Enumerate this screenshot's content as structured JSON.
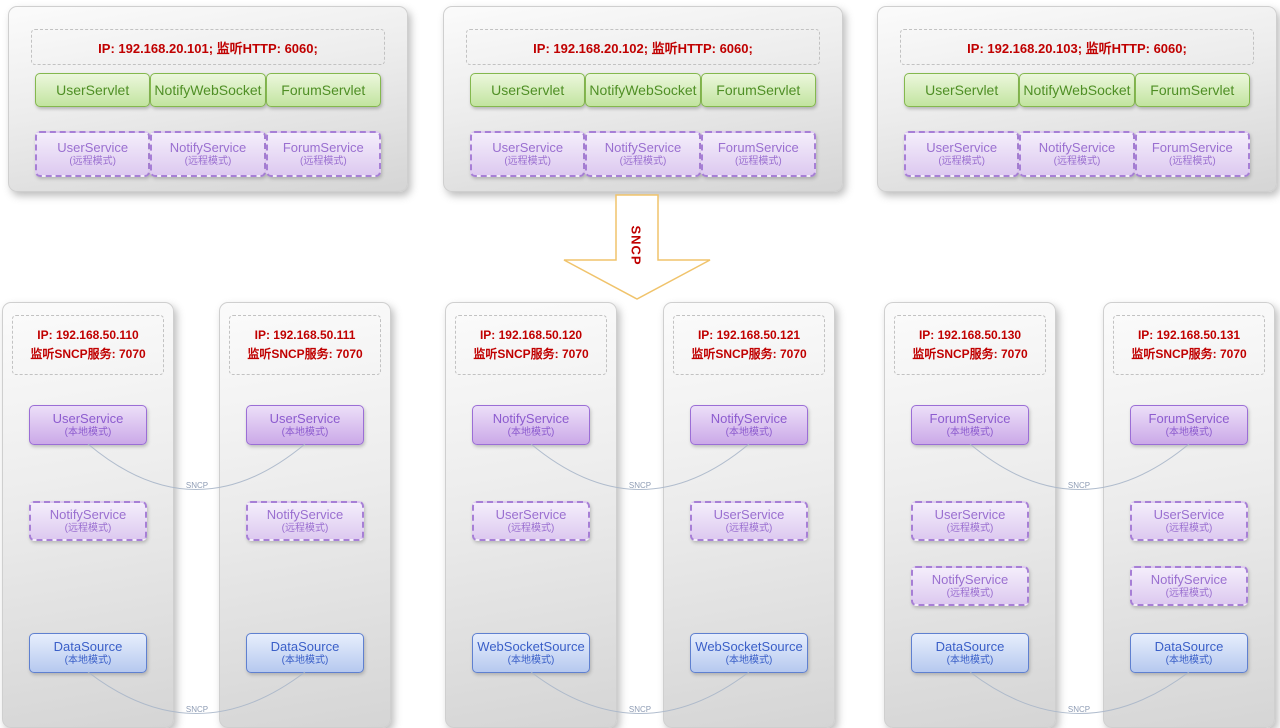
{
  "top_nodes": [
    {
      "header": "IP: 192.168.20.101;  监听HTTP: 6060;",
      "servlets": [
        "UserServlet",
        "NotifyWebSocket",
        "ForumServlet"
      ],
      "services": [
        {
          "name": "UserService",
          "mode": "(远程模式)"
        },
        {
          "name": "NotifyService",
          "mode": "(远程模式)"
        },
        {
          "name": "ForumService",
          "mode": "(远程模式)"
        }
      ]
    },
    {
      "header": "IP: 192.168.20.102;  监听HTTP: 6060;",
      "servlets": [
        "UserServlet",
        "NotifyWebSocket",
        "ForumServlet"
      ],
      "services": [
        {
          "name": "UserService",
          "mode": "(远程模式)"
        },
        {
          "name": "NotifyService",
          "mode": "(远程模式)"
        },
        {
          "name": "ForumService",
          "mode": "(远程模式)"
        }
      ]
    },
    {
      "header": "IP: 192.168.20.103;  监听HTTP: 6060;",
      "servlets": [
        "UserServlet",
        "NotifyWebSocket",
        "ForumServlet"
      ],
      "services": [
        {
          "name": "UserService",
          "mode": "(远程模式)"
        },
        {
          "name": "NotifyService",
          "mode": "(远程模式)"
        },
        {
          "name": "ForumService",
          "mode": "(远程模式)"
        }
      ]
    }
  ],
  "arrow": {
    "label": "SNCP"
  },
  "connector_label": "SNCP",
  "bottom_nodes": [
    {
      "ip": "IP: 192.168.50.110",
      "listen": "监听SNCP服务: 7070",
      "services": [
        {
          "name": "UserService",
          "mode": "(本地模式)"
        },
        {
          "name": "NotifyService",
          "mode": "(远程模式)"
        },
        {
          "name": "DataSource",
          "mode": "(本地模式)"
        }
      ]
    },
    {
      "ip": "IP: 192.168.50.111",
      "listen": "监听SNCP服务: 7070",
      "services": [
        {
          "name": "UserService",
          "mode": "(本地模式)"
        },
        {
          "name": "NotifyService",
          "mode": "(远程模式)"
        },
        {
          "name": "DataSource",
          "mode": "(本地模式)"
        }
      ]
    },
    {
      "ip": "IP: 192.168.50.120",
      "listen": "监听SNCP服务: 7070",
      "services": [
        {
          "name": "NotifyService",
          "mode": "(本地模式)"
        },
        {
          "name": "UserService",
          "mode": "(远程模式)"
        },
        {
          "name": "WebSocketSource",
          "mode": "(本地模式)"
        }
      ]
    },
    {
      "ip": "IP: 192.168.50.121",
      "listen": "监听SNCP服务: 7070",
      "services": [
        {
          "name": "NotifyService",
          "mode": "(本地模式)"
        },
        {
          "name": "UserService",
          "mode": "(远程模式)"
        },
        {
          "name": "WebSocketSource",
          "mode": "(本地模式)"
        }
      ]
    },
    {
      "ip": "IP: 192.168.50.130",
      "listen": "监听SNCP服务: 7070",
      "services": [
        {
          "name": "ForumService",
          "mode": "(本地模式)"
        },
        {
          "name": "UserService",
          "mode": "(远程模式)"
        },
        {
          "name": "NotifyService",
          "mode": "(远程模式)"
        },
        {
          "name": "DataSource",
          "mode": "(本地模式)"
        }
      ]
    },
    {
      "ip": "IP: 192.168.50.131",
      "listen": "监听SNCP服务: 7070",
      "services": [
        {
          "name": "ForumService",
          "mode": "(本地模式)"
        },
        {
          "name": "UserService",
          "mode": "(远程模式)"
        },
        {
          "name": "NotifyService",
          "mode": "(远程模式)"
        },
        {
          "name": "DataSource",
          "mode": "(本地模式)"
        }
      ]
    }
  ],
  "colors": {
    "red_text": "#c00000",
    "green_border": "#84b84e",
    "purple_border": "#9b6ed6",
    "blue_border": "#5f80d0",
    "arrow_outline": "#f0c36b",
    "panel_shadow_gray": "#d5d5d5"
  }
}
